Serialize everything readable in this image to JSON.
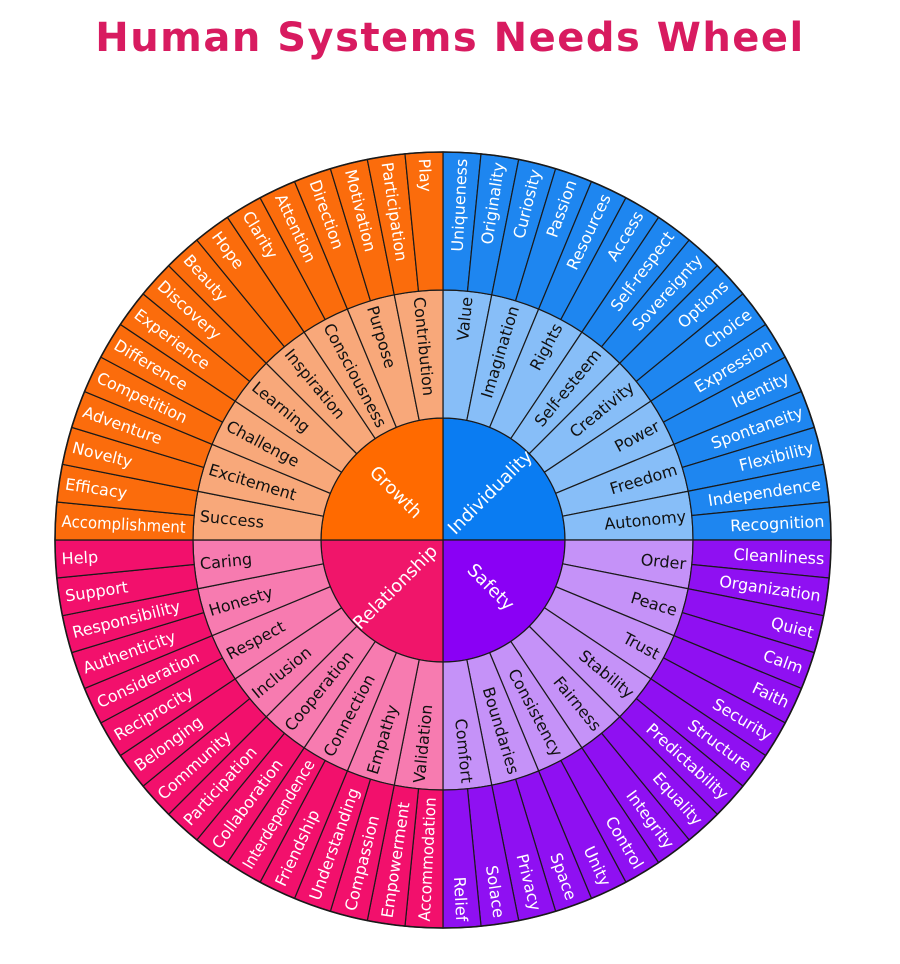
{
  "title": "Human Systems Needs Wheel",
  "quadrants": [
    {
      "name": "Individuality",
      "colors": {
        "core": "#0A7CF2",
        "middle": "#87BEF8",
        "outer": "#1E86F0"
      },
      "middle_text_color": "#111111",
      "middle": [
        "Value",
        "Imagination",
        "Rights",
        "Self-esteem",
        "Creativity",
        "Power",
        "Freedom",
        "Autonomy"
      ],
      "outer": [
        "Uniqueness",
        "Originality",
        "Curiosity",
        "Passion",
        "Resources",
        "Access",
        "Self-respect",
        "Sovereignty",
        "Options",
        "Choice",
        "Expression",
        "Identity",
        "Spontaneity",
        "Flexibility",
        "Independence",
        "Recognition"
      ]
    },
    {
      "name": "Safety",
      "colors": {
        "core": "#8A00F5",
        "middle": "#C592F8",
        "outer": "#8F10F2"
      },
      "middle_text_color": "#111111",
      "middle": [
        "Order",
        "Peace",
        "Trust",
        "Stability",
        "Fairness",
        "Consistency",
        "Boundaries",
        "Comfort"
      ],
      "outer": [
        "Cleanliness",
        "Organization",
        "Quiet",
        "Calm",
        "Faith",
        "Security",
        "Structure",
        "Predictability",
        "Equality",
        "Integrity",
        "Control",
        "Unity",
        "Space",
        "Privacy",
        "Solace",
        "Relief"
      ]
    },
    {
      "name": "Relationship",
      "colors": {
        "core": "#F0156A",
        "middle": "#F77BB0",
        "outer": "#F2106C"
      },
      "middle_text_color": "#111111",
      "middle": [
        "Validation",
        "Empathy",
        "Connection",
        "Cooperation",
        "Inclusion",
        "Respect",
        "Honesty",
        "Caring"
      ],
      "outer": [
        "Accommodation",
        "Empowerment",
        "Compassion",
        "Understanding",
        "Friendship",
        "Interdependence",
        "Collaboration",
        "Participation",
        "Community",
        "Belonging",
        "Reciprocity",
        "Consideration",
        "Authenticity",
        "Responsibility",
        "Support",
        "Help"
      ]
    },
    {
      "name": "Growth",
      "colors": {
        "core": "#FF6A00",
        "middle": "#F8A87A",
        "outer": "#FB6C0C"
      },
      "middle_text_color": "#111111",
      "middle": [
        "Success",
        "Excitement",
        "Challenge",
        "Learning",
        "Inspiration",
        "Consciousness",
        "Purpose",
        "Contribution"
      ],
      "outer": [
        "Accomplishment",
        "Efficacy",
        "Novelty",
        "Adventure",
        "Competition",
        "Difference",
        "Experience",
        "Discovery",
        "Beauty",
        "Hope",
        "Clarity",
        "Attention",
        "Direction",
        "Motivation",
        "Participation",
        "Play"
      ]
    }
  ]
}
